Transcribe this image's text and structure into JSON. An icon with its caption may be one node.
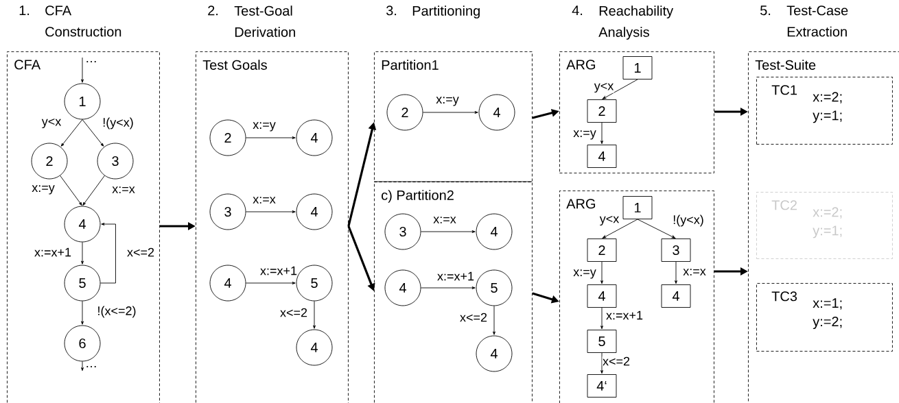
{
  "diagram": {
    "nodes": [
      {
        "text": [
          "CFA"
        ]
      },
      {
        "text": [
          "1"
        ],
        "in": 0
      },
      {
        "text": [
          "2"
        ],
        "in": 0
      },
      {
        "text": [
          "3"
        ],
        "in": 0
      },
      {
        "text": [
          "4"
        ],
        "in": 0
      },
      {
        "text": [
          "5"
        ],
        "in": 0
      },
      {
        "text": [
          "6"
        ],
        "in": 0
      },
      {
        "text": [
          "Test Goals"
        ]
      },
      {
        "text": [
          "2"
        ],
        "in": 7
      },
      {
        "text": [
          "4"
        ],
        "in": 7
      },
      {
        "text": [
          "3"
        ],
        "in": 7
      },
      {
        "text": [
          "4"
        ],
        "in": 7
      },
      {
        "text": [
          "4"
        ],
        "in": 7
      },
      {
        "text": [
          "5"
        ],
        "in": 7
      },
      {
        "text": [
          "4"
        ],
        "in": 7
      },
      {
        "text": [
          "Partition1"
        ]
      },
      {
        "text": [
          "2"
        ],
        "in": 15
      },
      {
        "text": [
          "4"
        ],
        "in": 15
      },
      {
        "text": [
          "c) Partition2"
        ]
      },
      {
        "text": [
          "3"
        ],
        "in": 18
      },
      {
        "text": [
          "4"
        ],
        "in": 18
      },
      {
        "text": [
          "4"
        ],
        "in": 18
      },
      {
        "text": [
          "5"
        ],
        "in": 18
      },
      {
        "text": [
          "4"
        ],
        "in": 18
      },
      {
        "text": [
          "ARG"
        ]
      },
      {
        "text": [
          "1"
        ],
        "in": 24
      },
      {
        "text": [
          "2"
        ],
        "in": 24
      },
      {
        "text": [
          "4"
        ],
        "in": 24
      },
      {
        "text": [
          "ARG"
        ]
      },
      {
        "text": [
          "1"
        ],
        "in": 28
      },
      {
        "text": [
          "2"
        ],
        "in": 28
      },
      {
        "text": [
          "3"
        ],
        "in": 28
      },
      {
        "text": [
          "4"
        ],
        "in": 28
      },
      {
        "text": [
          "4"
        ],
        "in": 28
      },
      {
        "text": [
          "5"
        ],
        "in": 28
      },
      {
        "text": [
          "4‘"
        ],
        "in": 28
      },
      {
        "text": [
          "Test-Suite"
        ]
      },
      {
        "text": [
          "TC1",
          "x:=2; y:=1;"
        ],
        "in": 36
      },
      {
        "text": [
          "TC2",
          "x:=2; y:=1;"
        ],
        "in": 36
      },
      {
        "text": [
          "TC3",
          "x:=1; y:=2;"
        ],
        "in": 36
      }
    ],
    "edges": [
      {
        "from": null,
        "to": 1,
        "arrow": "to",
        "label": "…"
      },
      {
        "from": 1,
        "to": 2,
        "arrow": "to",
        "label": "y<x"
      },
      {
        "from": 1,
        "to": 3,
        "arrow": "to",
        "label": "!(y<x)"
      },
      {
        "from": 2,
        "to": 4,
        "arrow": "to",
        "label": "x:=y"
      },
      {
        "from": 3,
        "to": 4,
        "arrow": "to",
        "label": "x:=x"
      },
      {
        "from": 4,
        "to": 5,
        "arrow": "to",
        "label": "x:=x+1"
      },
      {
        "from": 5,
        "to": 4,
        "arrow": "to",
        "label": "x<=2"
      },
      {
        "from": 5,
        "to": 6,
        "arrow": "to",
        "label": "!(x<=2)"
      },
      {
        "from": 6,
        "to": null,
        "arrow": "to",
        "label": "…"
      },
      {
        "from": 0,
        "to": 7,
        "arrow": "to",
        "style": "thick"
      },
      {
        "from": 8,
        "to": 9,
        "arrow": "to",
        "label": "x:=y"
      },
      {
        "from": 10,
        "to": 11,
        "arrow": "to",
        "label": "x:=x"
      },
      {
        "from": 12,
        "to": 13,
        "arrow": "to",
        "label": "x:=x+1"
      },
      {
        "from": 13,
        "to": 14,
        "arrow": "to",
        "label": "x<=2"
      },
      {
        "from": 7,
        "to": 15,
        "arrow": "to",
        "style": "thick"
      },
      {
        "from": 7,
        "to": 18,
        "arrow": "to",
        "style": "thick"
      },
      {
        "from": 16,
        "to": 17,
        "arrow": "to",
        "label": "x:=y"
      },
      {
        "from": 19,
        "to": 20,
        "arrow": "to",
        "label": "x:=x"
      },
      {
        "from": 21,
        "to": 22,
        "arrow": "to",
        "label": "x:=x+1"
      },
      {
        "from": 22,
        "to": 23,
        "arrow": "to",
        "label": "x<=2"
      },
      {
        "from": 15,
        "to": 24,
        "arrow": "to",
        "style": "thick"
      },
      {
        "from": 18,
        "to": 28,
        "arrow": "to",
        "style": "thick"
      },
      {
        "from": 25,
        "to": 26,
        "arrow": "to",
        "label": "y<x"
      },
      {
        "from": 26,
        "to": 27,
        "arrow": "to",
        "label": "x:=y"
      },
      {
        "from": 29,
        "to": 30,
        "arrow": "to",
        "label": "y<x"
      },
      {
        "from": 29,
        "to": 31,
        "arrow": "to",
        "label": "!(y<x)"
      },
      {
        "from": 30,
        "to": 32,
        "arrow": "to",
        "label": "x:=y"
      },
      {
        "from": 31,
        "to": 33,
        "arrow": "to",
        "label": "x:=x"
      },
      {
        "from": 32,
        "to": 34,
        "arrow": "to",
        "label": "x:=x+1"
      },
      {
        "from": 34,
        "to": 35,
        "arrow": "to",
        "label": "x<=2"
      },
      {
        "from": 24,
        "to": 36,
        "arrow": "to",
        "style": "thick"
      },
      {
        "from": 28,
        "to": 36,
        "arrow": "to",
        "style": "thick"
      }
    ],
    "labels": [
      "1.",
      "CFA Construction",
      "2.",
      "Test-Goal Derivation",
      "3.",
      "Partitioning",
      "4.",
      "Reachability Analysis",
      "5.",
      "Test-Case Extraction"
    ]
  }
}
